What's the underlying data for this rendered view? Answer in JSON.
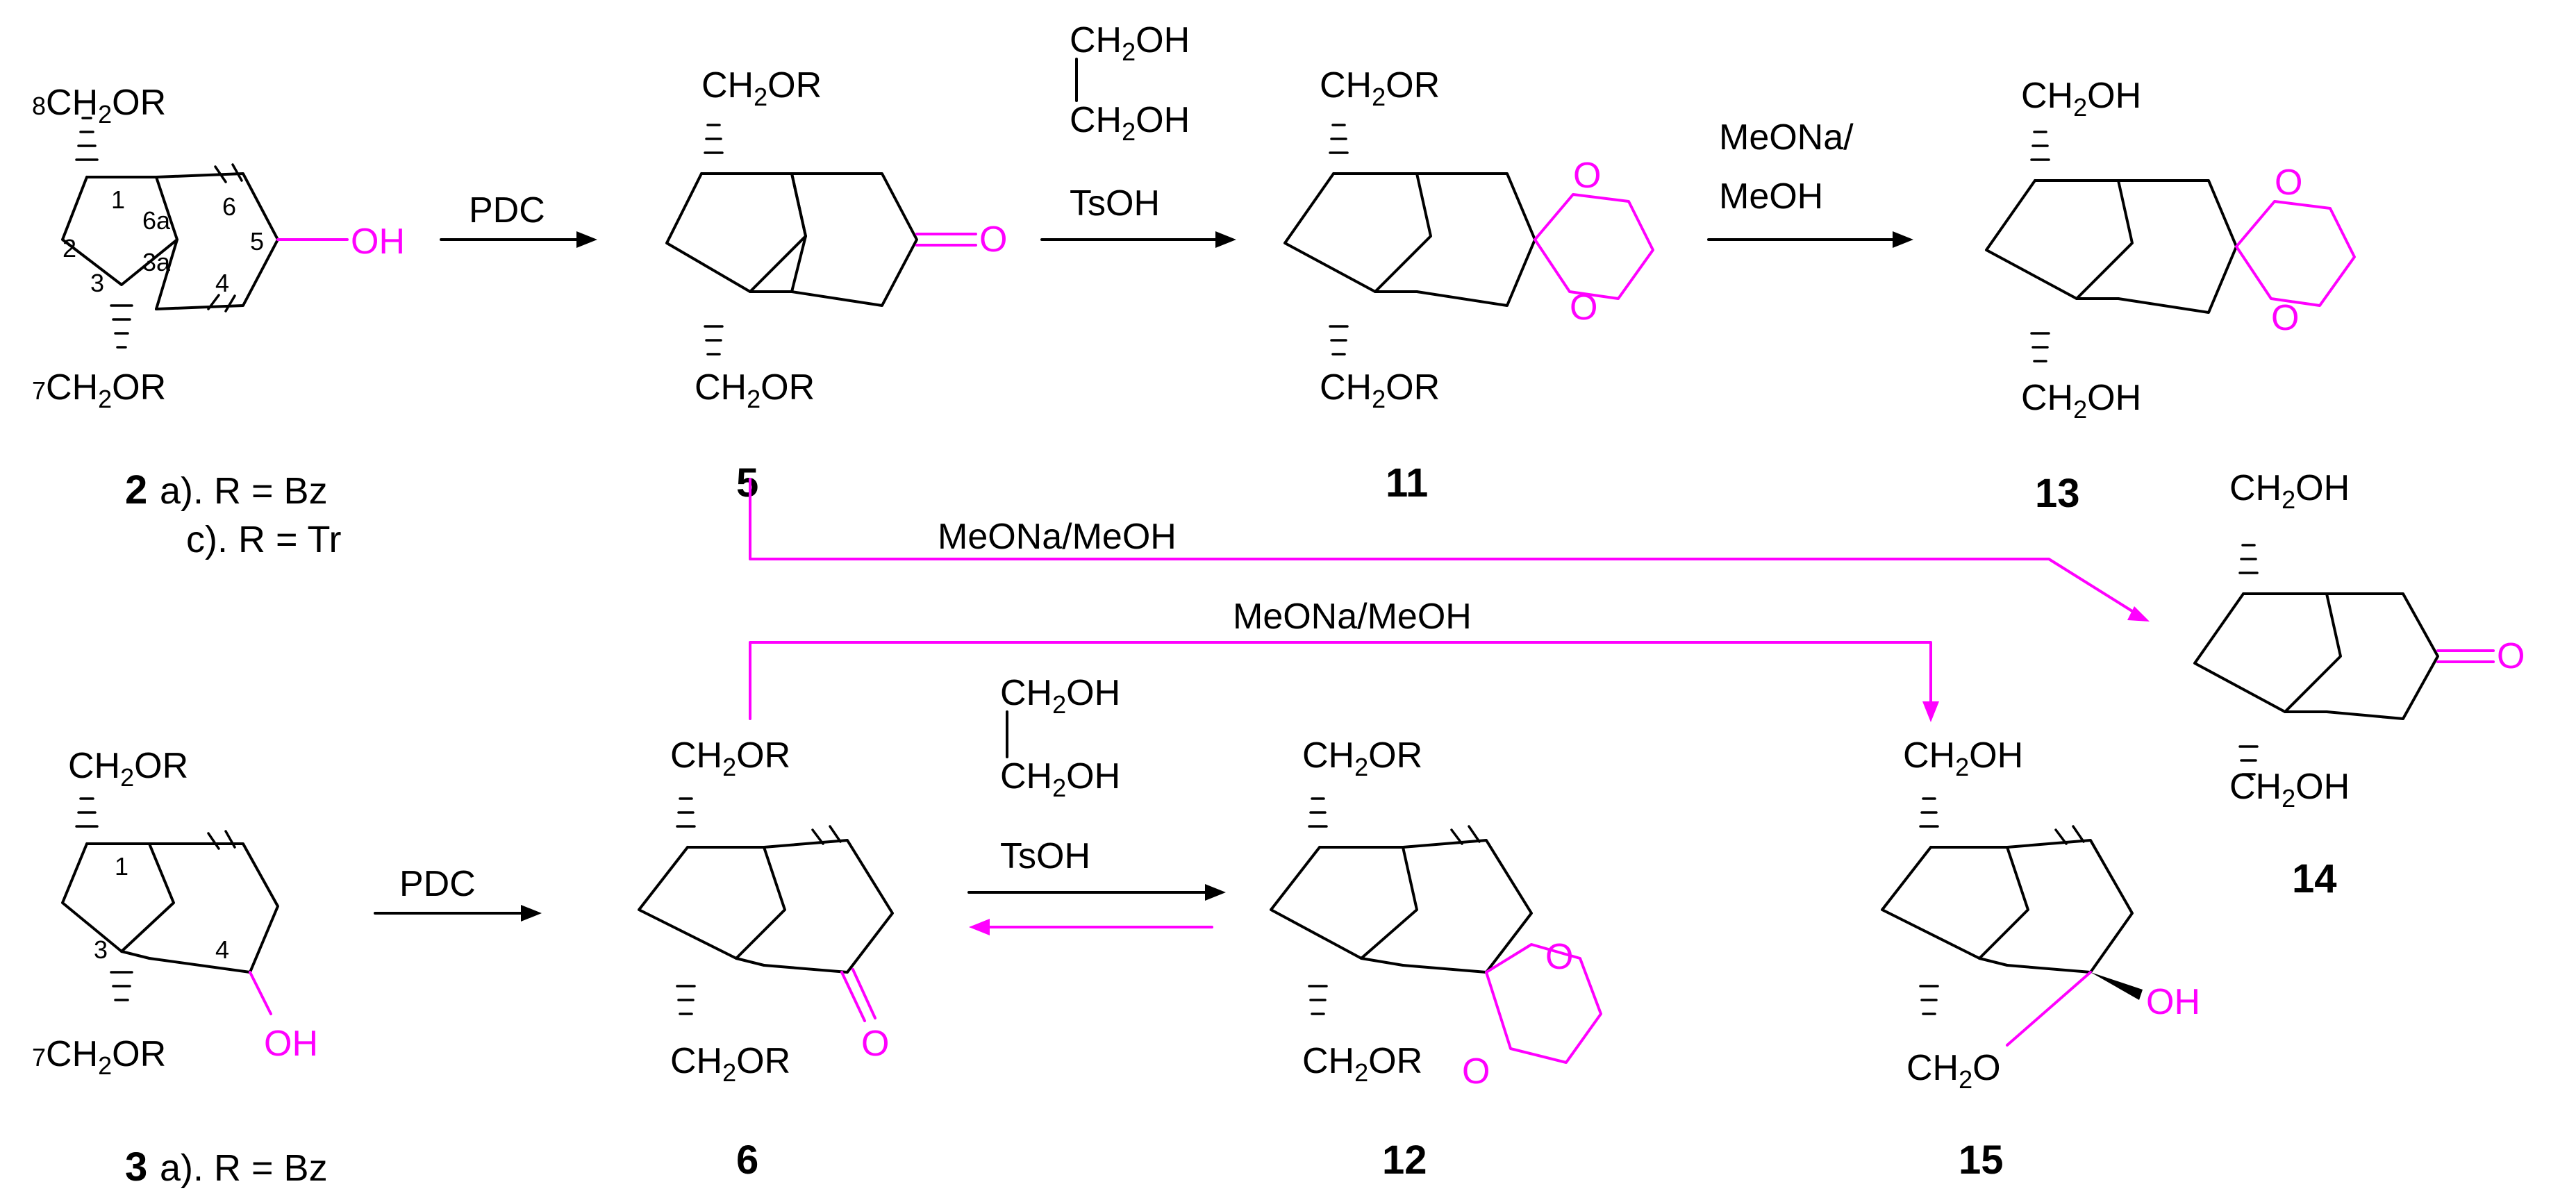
{
  "colors": {
    "ink": "#000000",
    "highlight": "#ff00ff",
    "background": "#ffffff"
  },
  "compounds": [
    {
      "id": "2",
      "label": "2",
      "notes": [
        "a). R = Bz",
        "c). R = Tr"
      ]
    },
    {
      "id": "3",
      "label": "3",
      "notes": [
        "a). R = Bz"
      ]
    },
    {
      "id": "5",
      "label": "5"
    },
    {
      "id": "6",
      "label": "6"
    },
    {
      "id": "11",
      "label": "11"
    },
    {
      "id": "12",
      "label": "12"
    },
    {
      "id": "13",
      "label": "13"
    },
    {
      "id": "14",
      "label": "14"
    },
    {
      "id": "15",
      "label": "15"
    }
  ],
  "atom_labels": {
    "ch2or": "CH2OR",
    "ch2oh": "CH2OH",
    "ch2o": "CH2O",
    "oh": "OH",
    "o": "O"
  },
  "positions": {
    "p8": "8",
    "p7": "7",
    "p1": "1",
    "p2": "2",
    "p3": "3",
    "p3a": "3a",
    "p4": "4",
    "p5": "5",
    "p6": "6",
    "p6a": "6a"
  },
  "reactions": [
    {
      "from": "2",
      "to": "5",
      "reagents": [
        "PDC"
      ]
    },
    {
      "from": "5",
      "to": "11",
      "reagents": [
        "CH2OH",
        "CH2OH",
        "TsOH"
      ]
    },
    {
      "from": "11",
      "to": "13",
      "reagents": [
        "MeONa/",
        "MeOH"
      ]
    },
    {
      "from": "5",
      "to": "14",
      "reagents": [
        "MeONa/MeOH"
      ]
    },
    {
      "from": "3",
      "to": "6",
      "reagents": [
        "PDC"
      ]
    },
    {
      "from": "6",
      "to": "12",
      "reagents": [
        "CH2OH",
        "CH2OH",
        "TsOH"
      ],
      "reversible": true
    },
    {
      "from": "6",
      "to": "15",
      "reagents": [
        "MeONa/MeOH"
      ]
    }
  ]
}
